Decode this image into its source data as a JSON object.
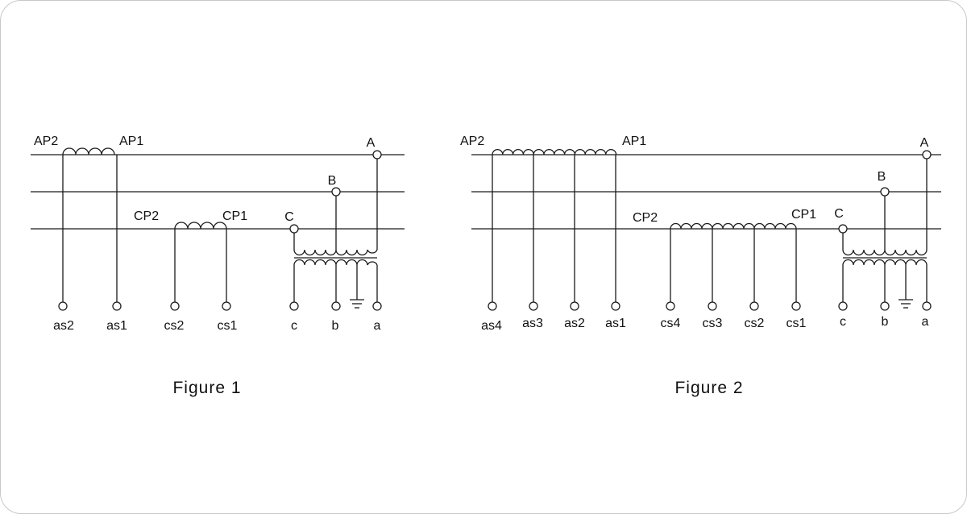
{
  "figure1": {
    "caption": "Figure 1",
    "primary_labels": [
      "AP2",
      "AP1",
      "CP2",
      "CP1"
    ],
    "phase_labels": [
      "A",
      "B",
      "C"
    ],
    "terminal_labels": [
      "as2",
      "as1",
      "cs2",
      "cs1",
      "c",
      "b",
      "a"
    ]
  },
  "figure2": {
    "caption": "Figure 2",
    "primary_labels": [
      "AP2",
      "AP1",
      "CP2",
      "CP1"
    ],
    "phase_labels": [
      "A",
      "B",
      "C"
    ],
    "terminal_labels": [
      "as4",
      "as3",
      "as2",
      "as1",
      "cs4",
      "cs3",
      "cs2",
      "cs1",
      "c",
      "b",
      "a"
    ]
  },
  "colors": {
    "line": "#1a1a1a",
    "frame": "#c8c8c8"
  }
}
